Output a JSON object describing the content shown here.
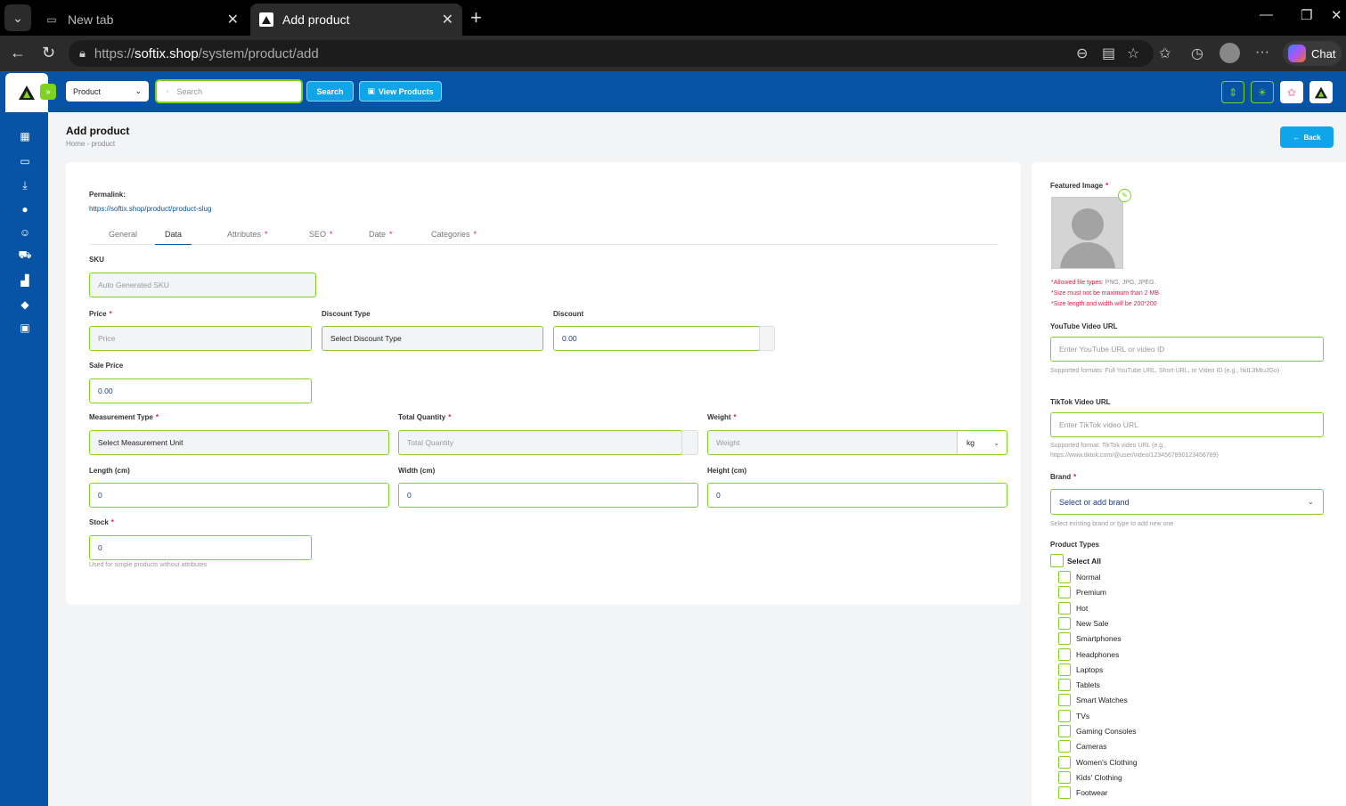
{
  "browser": {
    "tabs": [
      {
        "title": "New tab",
        "active": false
      },
      {
        "title": "Add product",
        "active": true
      }
    ],
    "url_prefix": "https://",
    "url_domain": "softix.shop",
    "url_path": "/system/product/add",
    "chat_label": "Chat"
  },
  "header": {
    "search_type": "Product",
    "search_placeholder": "Search",
    "search_button": "Search",
    "view_products_button": "View Products"
  },
  "page": {
    "title": "Add product",
    "breadcrumb": "Home - product",
    "back_button": "Back"
  },
  "form": {
    "permalink_label": "Permalink:",
    "permalink_url": "https://softix.shop/product/product-slug",
    "tabs": [
      {
        "label": "General",
        "required": false
      },
      {
        "label": "Data",
        "required": false
      },
      {
        "label": "Attributes",
        "required": true
      },
      {
        "label": "SEO",
        "required": true
      },
      {
        "label": "Date",
        "required": true
      },
      {
        "label": "Categories",
        "required": true
      }
    ],
    "sku": {
      "label": "SKU",
      "placeholder": "Auto Generated SKU"
    },
    "price": {
      "label": "Price",
      "placeholder": "Price"
    },
    "discount_type": {
      "label": "Discount Type",
      "placeholder": "Select Discount Type"
    },
    "discount": {
      "label": "Discount",
      "value": "0.00"
    },
    "sale_price": {
      "label": "Sale Price",
      "value": "0.00"
    },
    "measurement_type": {
      "label": "Measurement Type",
      "placeholder": "Select Measurement Unit"
    },
    "total_quantity": {
      "label": "Total Quantity",
      "placeholder": "Total Quantity"
    },
    "weight": {
      "label": "Weight",
      "placeholder": "Weight",
      "unit": "kg"
    },
    "length": {
      "label": "Length (cm)",
      "value": "0"
    },
    "width": {
      "label": "Width (cm)",
      "value": "0"
    },
    "height": {
      "label": "Height (cm)",
      "value": "0"
    },
    "stock": {
      "label": "Stock",
      "value": "0",
      "help": "Used for simple products without attributes"
    },
    "required_mark": "*"
  },
  "sidebar_right": {
    "featured_image_label": "Featured Image",
    "notes": [
      {
        "prefix": "*Allowed file types: ",
        "text": "PNG, JPG, JPEG."
      },
      {
        "prefix": "*Size must not be maximum than 2 MB",
        "text": ""
      },
      {
        "prefix": "*Size length and width will be 200*200",
        "text": ""
      }
    ],
    "youtube": {
      "label": "YouTube Video URL",
      "placeholder": "Enter YouTube URL or video ID",
      "help": "Supported formats: Full YouTube URL, Short URL, or Video ID (e.g., hkIL3MtuJGo)"
    },
    "tiktok": {
      "label": "TikTok Video URL",
      "placeholder": "Enter TikTok video URL",
      "help": "Supported format: TikTok video URL (e.g., https://www.tiktok.com/@user/video/1234567890123456789)"
    },
    "brand": {
      "label": "Brand",
      "placeholder": "Select or add brand",
      "help": "Select existing brand or type to add new one"
    },
    "product_types_label": "Product Types",
    "select_all": "Select All",
    "product_types": [
      "Normal",
      "Premium",
      "Hot",
      "New Sale",
      "Smartphones",
      "Headphones",
      "Laptops",
      "Tablets",
      "Smart Watches",
      "TVs",
      "Gaming Consoles",
      "Cameras",
      "Women's Clothing",
      "Kids' Clothing",
      "Footwear"
    ]
  },
  "colors": {
    "brand_blue": "#0754a6",
    "accent_green": "#7ed321",
    "button_blue": "#0ea5e9",
    "required_red": "#e11d48"
  }
}
